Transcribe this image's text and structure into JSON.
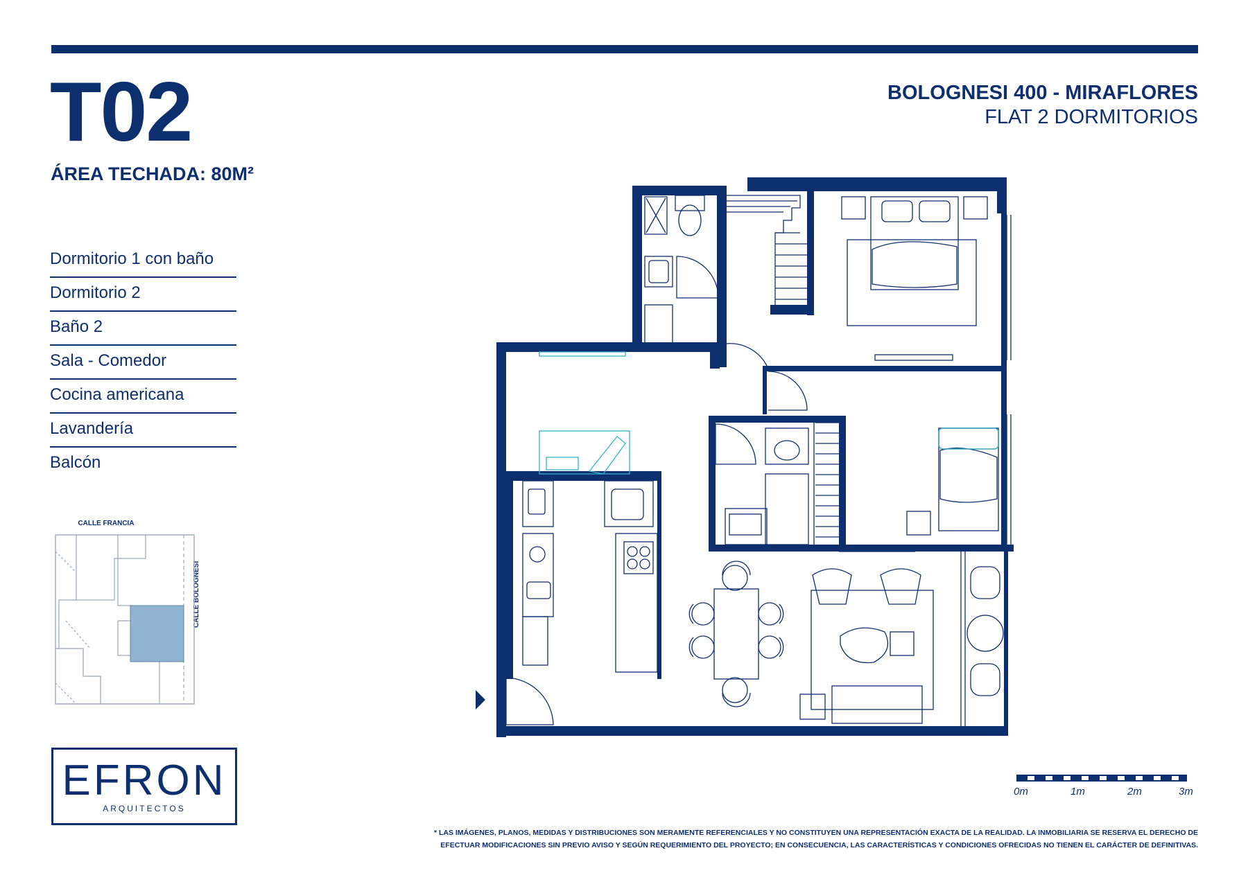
{
  "header": {
    "unit_code": "T02",
    "area_label": "ÁREA TECHADA: 80M²",
    "project_name": "BOLOGNESI 400 - MIRAFLORES",
    "unit_type": "FLAT 2 DORMITORIOS"
  },
  "rooms": [
    "Dormitorio 1 con baño",
    "Dormitorio 2",
    "Baño 2",
    "Sala - Comedor",
    "Cocina americana",
    "Lavandería",
    "Balcón"
  ],
  "site_plan": {
    "street_top": "CALLE FRANCIA",
    "street_side": "CALLE BOLOGNESI",
    "highlight_color": "#8fb3d0"
  },
  "logo": {
    "brand": "EFRON",
    "subtitle": "ARQUITECTOS"
  },
  "scale": {
    "labels": [
      "0m",
      "1m",
      "2m",
      "3m"
    ]
  },
  "disclaimer": {
    "line1": "* LAS IMÁGENES, PLANOS, MEDIDAS Y DISTRIBUCIONES SON MERAMENTE REFERENCIALES Y NO CONSTITUYEN UNA REPRESENTACIÓN EXACTA DE LA REALIDAD. LA INMOBILIARIA SE RESERVA EL DERECHO DE",
    "line2": "EFECTUAR MODIFICACIONES SIN PREVIO AVISO Y SEGÚN REQUERIMIENTO DEL PROYECTO; EN CONSECUENCIA, LAS CARACTERÍSTICAS Y CONDICIONES OFRECIDAS NO TIENEN EL CARÁCTER DE DEFINITIVAS."
  },
  "colors": {
    "navy": "#0d2f6e",
    "cyan_furniture": "#35b3c8"
  }
}
